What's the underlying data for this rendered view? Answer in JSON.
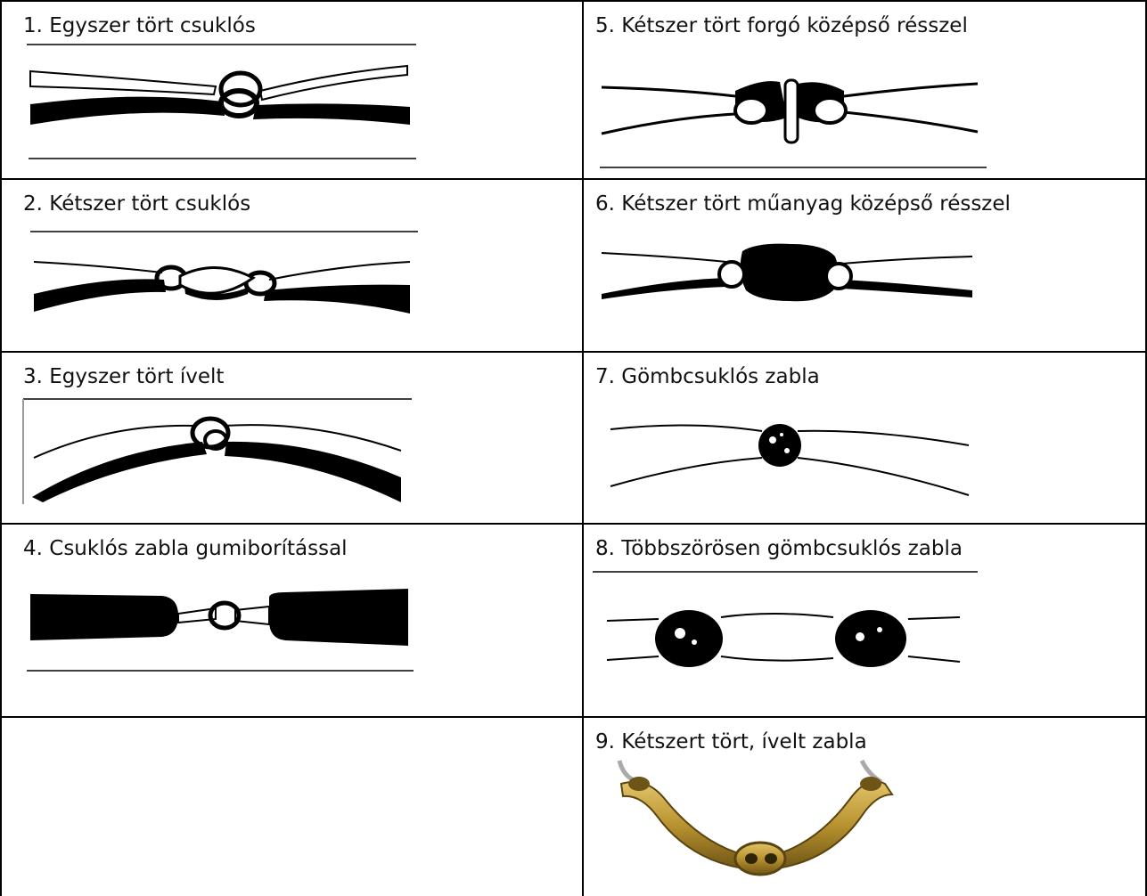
{
  "cells": [
    {
      "label": "1. Egyszer tört csuklós"
    },
    {
      "label": "2. Kétszer tört csuklós"
    },
    {
      "label": "3. Egyszer tört ívelt"
    },
    {
      "label": "4. Csuklós zabla gumiborítással"
    },
    {
      "label": ""
    },
    {
      "label": "5. Kétszer tört forgó középső résszel"
    },
    {
      "label": "6. Kétszer tört műanyag középső résszel"
    },
    {
      "label": "7. Gömbcsuklós zabla"
    },
    {
      "label": "8. Többszörösen gömbcsuklós zabla"
    },
    {
      "label": "9. Kétszert tört, ívelt zabla"
    }
  ],
  "colors": {
    "border": "#000000",
    "gold": "#b8922f"
  }
}
